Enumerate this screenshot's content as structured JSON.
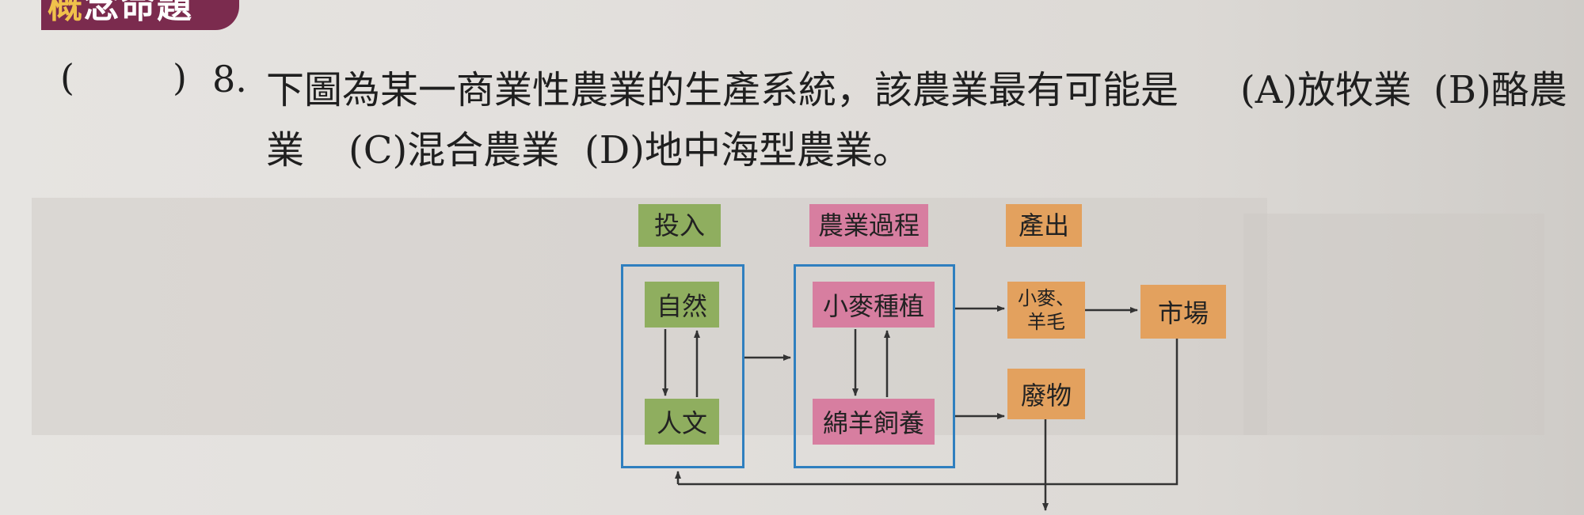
{
  "header": {
    "badge_first": "概",
    "badge_rest": "念命題"
  },
  "question": {
    "paren_open": "(",
    "paren_close": ")",
    "number": "8.",
    "line1": "下圖為某一商業性農業的生產系統，該農業最有可能是",
    "optA": "(A)放牧業",
    "optB_part1": "(B)酪農",
    "optB_part2": "業",
    "optC": "(C)混合農業",
    "optD": "(D)地中海型農業。"
  },
  "diagram": {
    "headers": {
      "input": "投入",
      "process": "農業過程",
      "output": "產出"
    },
    "nodes": {
      "nature": "自然",
      "human": "人文",
      "wheat": "小麥種植",
      "sheep": "綿羊飼養",
      "product_line1": "小麥、",
      "product_line2": "羊毛",
      "waste": "廢物",
      "market": "市場"
    },
    "colors": {
      "input": "#8fae5f",
      "process": "#d77ea0",
      "output": "#e3a15e",
      "frame": "#2f7fbf"
    }
  }
}
